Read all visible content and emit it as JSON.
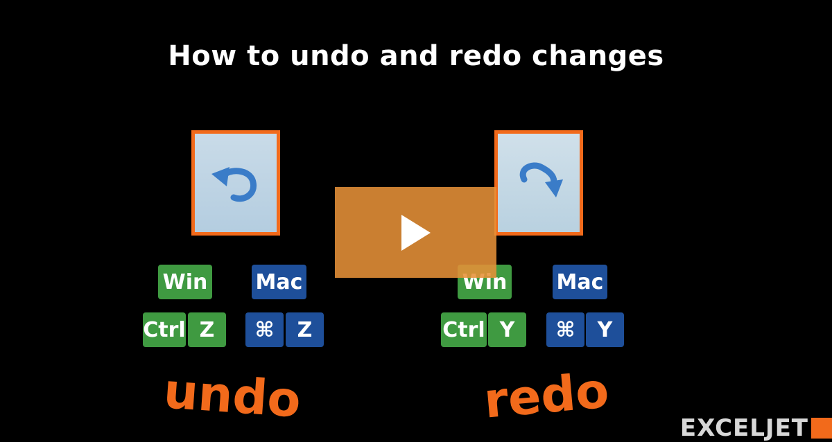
{
  "title": "How to undo and redo changes",
  "undo": {
    "word": "undo",
    "win_label": "Win",
    "mac_label": "Mac",
    "win_keys": [
      "Ctrl",
      "Z"
    ],
    "mac_keys": [
      "⌘",
      "Z"
    ]
  },
  "redo": {
    "word": "redo",
    "win_label": "Win",
    "mac_label": "Mac",
    "win_keys": [
      "Ctrl",
      "Y"
    ],
    "mac_keys": [
      "⌘",
      "Y"
    ]
  },
  "logo": "EXCELJET",
  "colors": {
    "accent": "#f26a1b",
    "win_key": "#3f9a41",
    "mac_key": "#1e4f9a",
    "play_overlay": "#e69138"
  },
  "icons": {
    "undo": "undo-arrow-icon",
    "redo": "redo-arrow-icon",
    "play": "play-icon"
  }
}
